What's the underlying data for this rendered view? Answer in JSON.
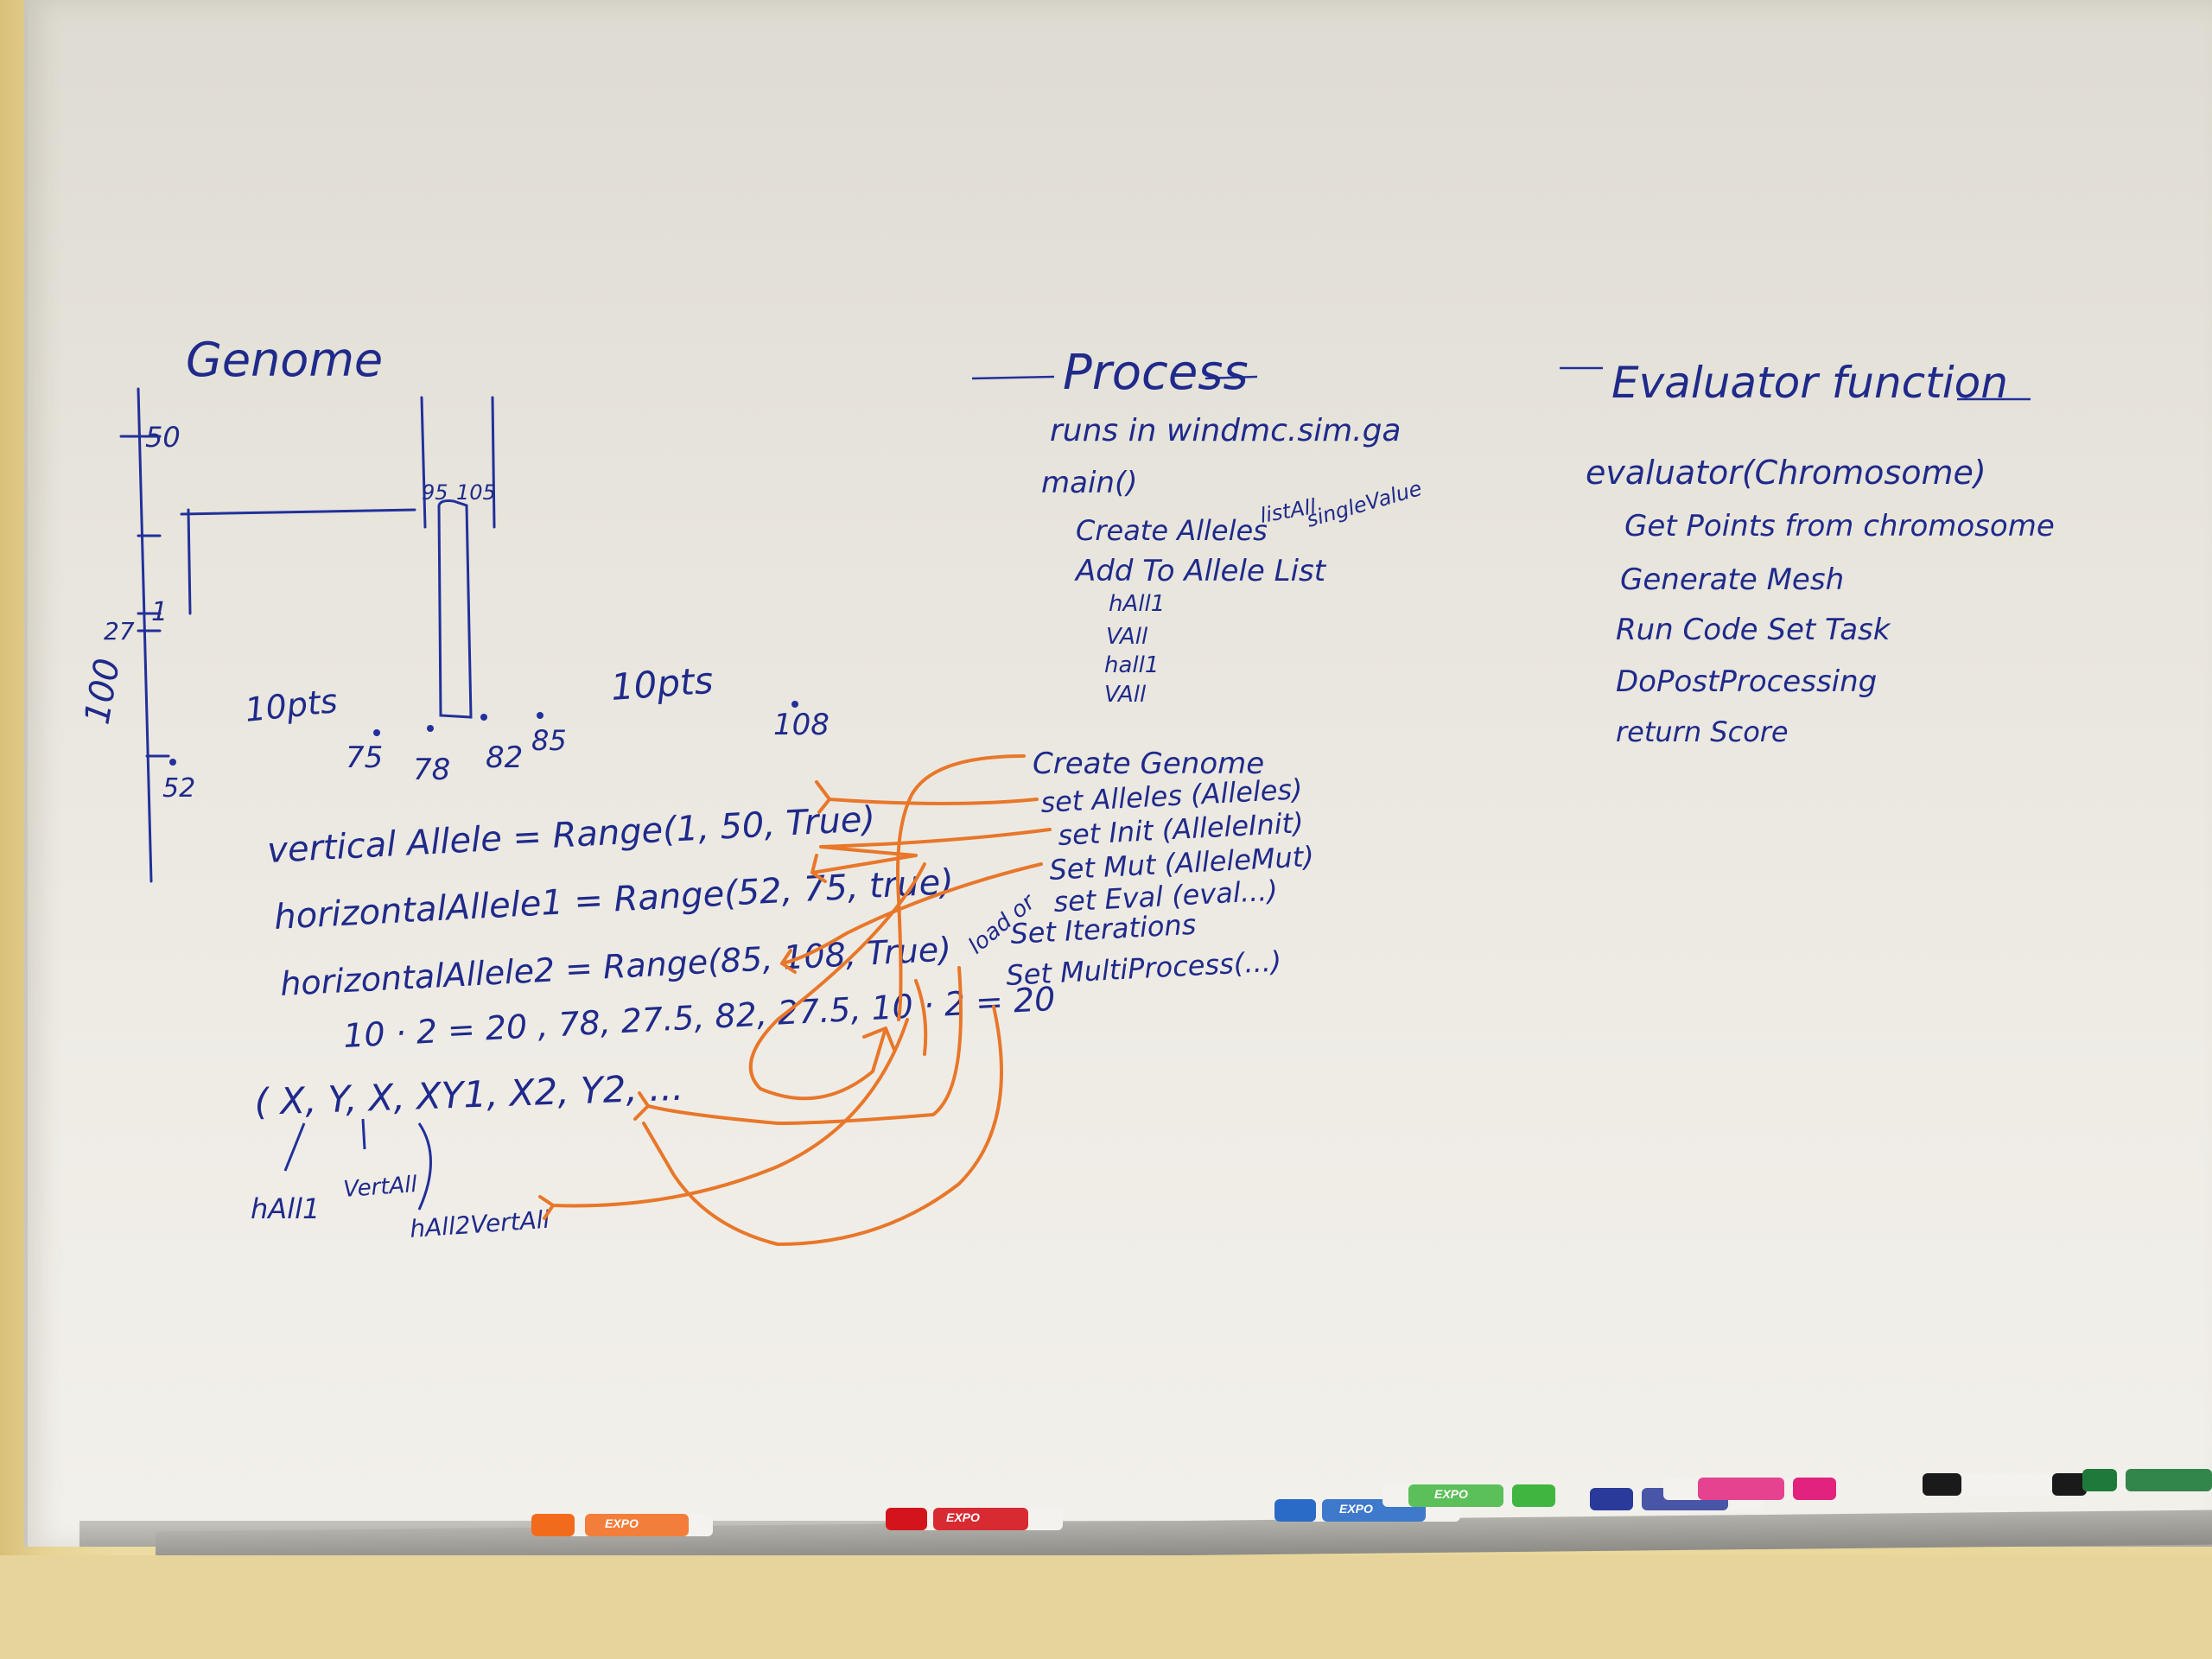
{
  "scene": "whiteboard",
  "ink_colors": {
    "blue": "#22309a",
    "orange": "#e8772a"
  },
  "genome": {
    "title": "Genome",
    "axis_labels": [
      "50",
      "1",
      "27",
      "100",
      "52"
    ],
    "bar_labels": [
      "95",
      "105"
    ],
    "points_left": "10pts",
    "points_right": "10pts",
    "ticks": [
      "75",
      "78",
      "82",
      "85",
      "108"
    ],
    "lines": [
      "vertical Allele = Range(1, 50, True)",
      "horizontalAllele1 = Range(52, 75, true)",
      "horizontalAllele2 = Range(85, 108, True)",
      "10 · 2 = 20 , 78, 27.5, 82, 27.5, 10 · 2 = 20",
      "( X, Y, X, XY1, X2, Y2, ..."
    ],
    "annotations": [
      "hAll1",
      "VertAll",
      "hAll2VertAll"
    ]
  },
  "process": {
    "title": "Process",
    "items": [
      "runs in windmc.sim.ga",
      "main()",
      "Create Alleles",
      "listAll",
      "singleValue",
      "Add To Allele List",
      "hAll1",
      "VAll",
      "hall1",
      "VAll",
      "Create Genome",
      "set Alleles (Alleles)",
      "set Init (AlleleInit)",
      "Set Mut (AlleleMut)",
      "set Eval (eval...)",
      "Set Iterations",
      "Set MultiProcess(...)"
    ],
    "side_note": "load or"
  },
  "evaluator": {
    "title": "Evaluator function",
    "items": [
      "evaluator(Chromosome)",
      "Get Points from chromosome",
      "Generate Mesh",
      "Run Code Set Task",
      "DoPostProcessing",
      "return Score"
    ]
  },
  "markers": [
    {
      "brand": "EXPO",
      "color": "#f26a1b",
      "icon": "orange-marker-icon"
    },
    {
      "brand": "EXPO",
      "color": "#d4141c",
      "icon": "red-marker-icon"
    },
    {
      "brand": "EXPO",
      "color": "#2a6bc7",
      "icon": "blue-marker-icon"
    },
    {
      "brand": "EXPO",
      "color": "#3fb63f",
      "icon": "green-marker-icon"
    },
    {
      "brand": "",
      "color": "#2a3a9a",
      "icon": "navy-marker-icon"
    },
    {
      "brand": "",
      "color": "#e2237e",
      "icon": "pink-marker-icon"
    },
    {
      "brand": "",
      "color": "#1a1a1a",
      "icon": "black-marker-icon"
    },
    {
      "brand": "",
      "color": "#1d7a3a",
      "icon": "darkgreen-marker-icon"
    }
  ]
}
